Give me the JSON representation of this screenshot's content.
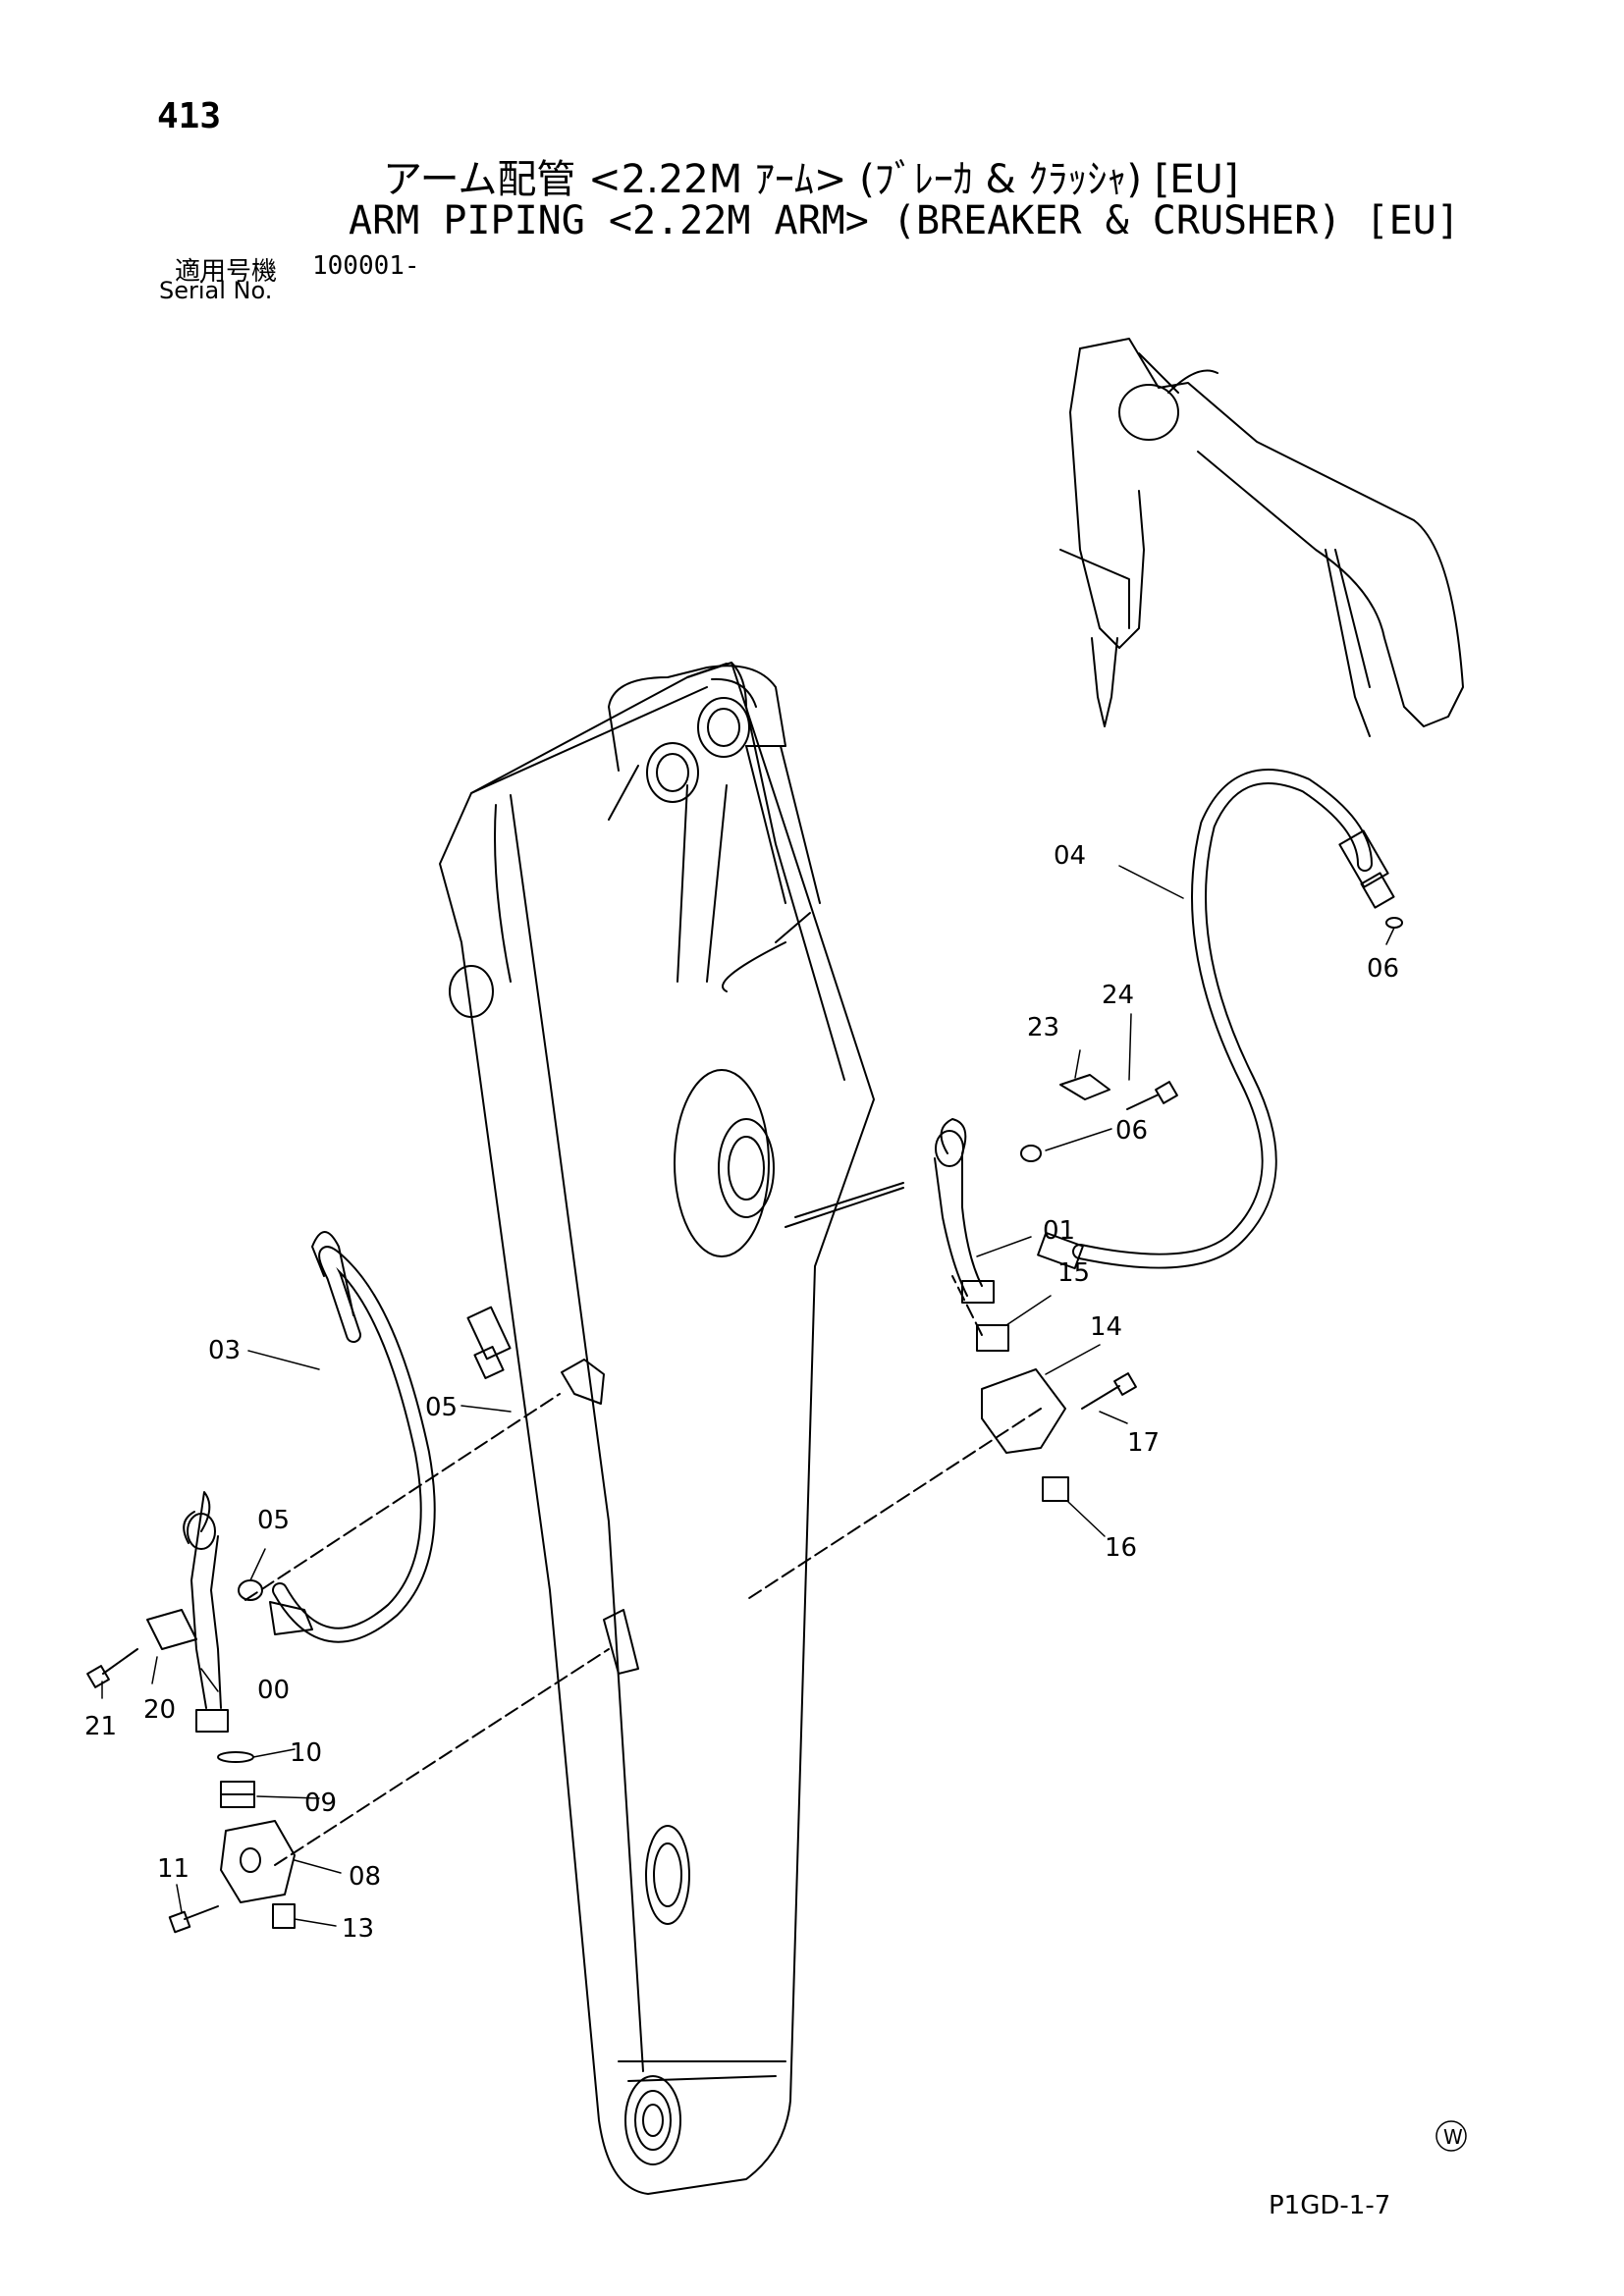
{
  "header": {
    "page_number": "413",
    "title_jp": "アーム配管 <2.22M ｱｰﾑ> (ﾌﾞﾚｰｶ & ｸﾗｯｼｬ) [EU]",
    "title_en": "ARM PIPING <2.22M ARM> (BREAKER & CRUSHER) [EU]",
    "serial_label_jp": "適用号機",
    "serial_value": "100001-",
    "serial_label_en": "Serial No."
  },
  "parts": {
    "p00": "00",
    "p01": "01",
    "p03": "03",
    "p04": "04",
    "p05a": "05",
    "p05b": "05",
    "p06a": "06",
    "p06b": "06",
    "p08": "08",
    "p09": "09",
    "p10": "10",
    "p11": "11",
    "p13": "13",
    "p14": "14",
    "p15": "15",
    "p16": "16",
    "p17": "17",
    "p20": "20",
    "p21": "21",
    "p23": "23",
    "p24": "24"
  },
  "footer": {
    "w_mark": "W",
    "drawing_code": "P1GD-1-7"
  }
}
